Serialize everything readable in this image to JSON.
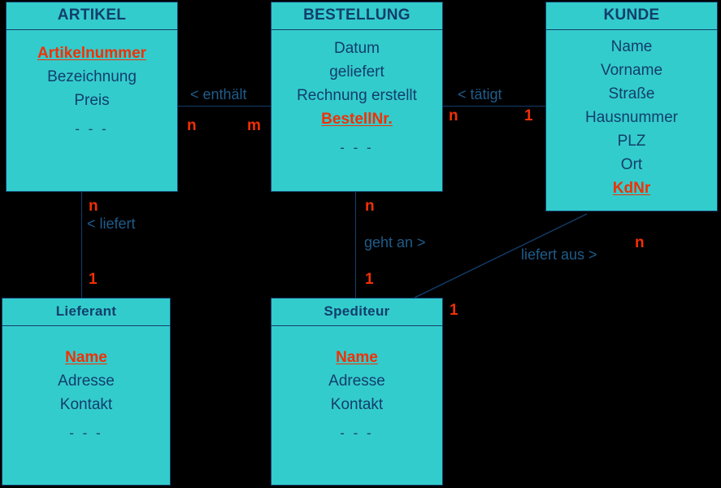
{
  "diagram": {
    "type": "er-diagram",
    "background_color": "#000000",
    "entity_fill": "#33CCCC",
    "entity_border": "#123E6B",
    "text_color": "#123E6B",
    "key_color": "#F23005",
    "relation_label_color": "#1F5C8B"
  },
  "entities": [
    {
      "id": "artikel",
      "title": "ARTIKEL",
      "attributes": [
        {
          "label": "Artikelnummer",
          "key": true
        },
        {
          "label": "Bezeichnung",
          "key": false
        },
        {
          "label": "Preis",
          "key": false
        }
      ],
      "ellipsis": "- - -"
    },
    {
      "id": "bestellung",
      "title": "BESTELLUNG",
      "attributes": [
        {
          "label": "Datum",
          "key": false
        },
        {
          "label": "geliefert",
          "key": false
        },
        {
          "label": "Rechnung erstellt",
          "key": false
        },
        {
          "label": "BestellNr.",
          "key": true
        }
      ],
      "ellipsis": "- - -"
    },
    {
      "id": "kunde",
      "title": "KUNDE",
      "attributes": [
        {
          "label": "Name",
          "key": false
        },
        {
          "label": "Vorname",
          "key": false
        },
        {
          "label": "Straße",
          "key": false
        },
        {
          "label": "Hausnummer",
          "key": false
        },
        {
          "label": "PLZ",
          "key": false
        },
        {
          "label": "Ort",
          "key": false
        },
        {
          "label": "KdNr",
          "key": true
        }
      ],
      "ellipsis": ""
    },
    {
      "id": "lieferant",
      "title": "Lieferant",
      "attributes": [
        {
          "label": "Name",
          "key": true
        },
        {
          "label": "Adresse",
          "key": false
        },
        {
          "label": "Kontakt",
          "key": false
        }
      ],
      "ellipsis": "- - -"
    },
    {
      "id": "spediteur",
      "title": "Spediteur",
      "attributes": [
        {
          "label": "Name",
          "key": true
        },
        {
          "label": "Adresse",
          "key": false
        },
        {
          "label": "Kontakt",
          "key": false
        }
      ],
      "ellipsis": "- - -"
    }
  ],
  "relationships": [
    {
      "id": "enthaelt",
      "label": "< enthält",
      "from": "artikel",
      "to": "bestellung",
      "from_cardinality": "n",
      "to_cardinality": "m"
    },
    {
      "id": "taetigt",
      "label": "< tätigt",
      "from": "bestellung",
      "to": "kunde",
      "from_cardinality": "n",
      "to_cardinality": "1"
    },
    {
      "id": "liefert",
      "label": "< liefert",
      "from": "artikel",
      "to": "lieferant",
      "from_cardinality": "n",
      "to_cardinality": "1"
    },
    {
      "id": "geht-an",
      "label": "geht an >",
      "from": "bestellung",
      "to": "spediteur",
      "from_cardinality": "n",
      "to_cardinality": "1"
    },
    {
      "id": "liefert-aus",
      "label": "liefert aus >",
      "from": "spediteur",
      "to": "kunde",
      "from_cardinality": "1",
      "to_cardinality": "n"
    }
  ]
}
